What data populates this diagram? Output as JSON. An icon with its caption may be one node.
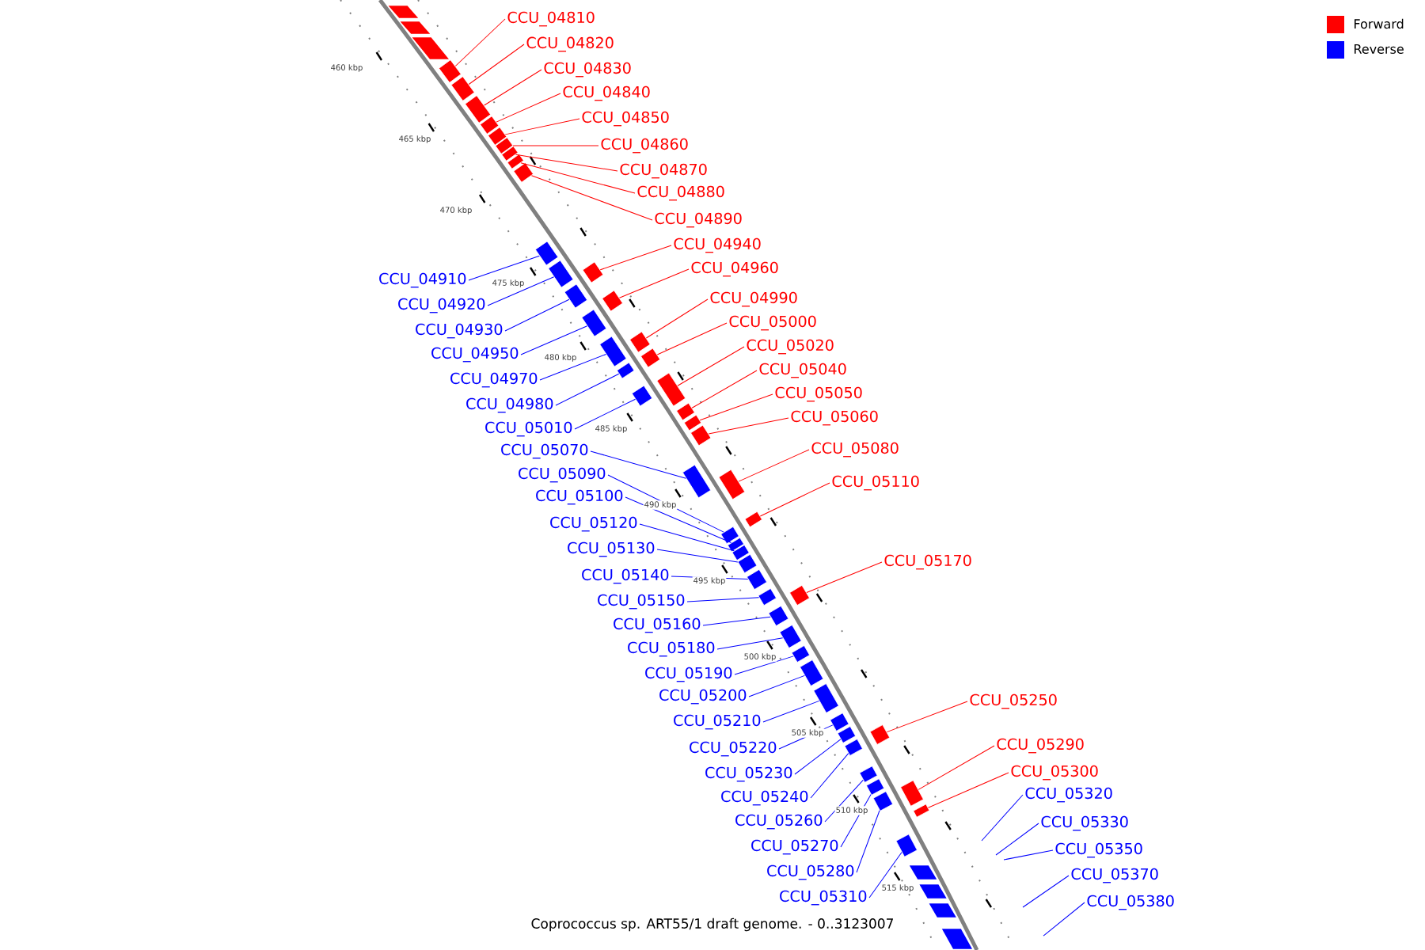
{
  "diagram": {
    "caption": "Coprococcus sp. ART55/1 draft genome. - 0..3123007",
    "nodes": [
      {
        "text": [
          "CCU_04810"
        ]
      },
      {
        "text": [
          "CCU_04820"
        ]
      },
      {
        "text": [
          "CCU_04830"
        ]
      },
      {
        "text": [
          "CCU_04840"
        ]
      },
      {
        "text": [
          "CCU_04850"
        ]
      },
      {
        "text": [
          "CCU_04860"
        ]
      },
      {
        "text": [
          "CCU_04870"
        ]
      },
      {
        "text": [
          "CCU_04880"
        ]
      },
      {
        "text": [
          "CCU_04890"
        ]
      },
      {
        "text": [
          "CCU_04940"
        ]
      },
      {
        "text": [
          "CCU_04960"
        ]
      },
      {
        "text": [
          "CCU_04910"
        ]
      },
      {
        "text": [
          "CCU_04990"
        ]
      },
      {
        "text": [
          "CCU_04920"
        ]
      },
      {
        "text": [
          "CCU_05000"
        ]
      },
      {
        "text": [
          "CCU_04930"
        ]
      },
      {
        "text": [
          "CCU_05020"
        ]
      },
      {
        "text": [
          "CCU_04950"
        ]
      },
      {
        "text": [
          "CCU_05040"
        ]
      },
      {
        "text": [
          "CCU_04970"
        ]
      },
      {
        "text": [
          "CCU_05050"
        ]
      },
      {
        "text": [
          "CCU_04980"
        ]
      },
      {
        "text": [
          "CCU_05060"
        ]
      },
      {
        "text": [
          "CCU_05010"
        ]
      },
      {
        "text": [
          "CCU_05080"
        ]
      },
      {
        "text": [
          "CCU_05070"
        ]
      },
      {
        "text": [
          "CCU_05090"
        ]
      },
      {
        "text": [
          "CCU_05110"
        ]
      },
      {
        "text": [
          "CCU_05100"
        ]
      },
      {
        "text": [
          "CCU_05120"
        ]
      },
      {
        "text": [
          "CCU_05130"
        ]
      },
      {
        "text": [
          "CCU_05170"
        ]
      },
      {
        "text": [
          "CCU_05140"
        ]
      },
      {
        "text": [
          "CCU_05150"
        ]
      },
      {
        "text": [
          "CCU_05160"
        ]
      },
      {
        "text": [
          "CCU_05180"
        ]
      },
      {
        "text": [
          "CCU_05190"
        ]
      },
      {
        "text": [
          "CCU_05200"
        ]
      },
      {
        "text": [
          "CCU_05250"
        ]
      },
      {
        "text": [
          "CCU_05210"
        ]
      },
      {
        "text": [
          "CCU_05290"
        ]
      },
      {
        "text": [
          "CCU_05220"
        ]
      },
      {
        "text": [
          "CCU_05300"
        ]
      },
      {
        "text": [
          "CCU_05230"
        ]
      },
      {
        "text": [
          "CCU_05320"
        ]
      },
      {
        "text": [
          "CCU_05240"
        ]
      },
      {
        "text": [
          "CCU_05260"
        ]
      },
      {
        "text": [
          "CCU_05330"
        ]
      },
      {
        "text": [
          "CCU_05270"
        ]
      },
      {
        "text": [
          "CCU_05350"
        ]
      },
      {
        "text": [
          "CCU_05280"
        ]
      },
      {
        "text": [
          "CCU_05370"
        ]
      },
      {
        "text": [
          "CCU_05310"
        ]
      },
      {
        "text": [
          "CCU_05380"
        ]
      },
      {
        "text": [],
        "shape": "box"
      },
      {
        "text": [],
        "shape": "box"
      },
      {
        "text": [],
        "shape": "box"
      },
      {
        "text": [],
        "shape": "box"
      },
      {
        "text": [],
        "shape": "box"
      },
      {
        "text": [],
        "shape": "box"
      },
      {
        "text": [],
        "shape": "box"
      },
      {
        "text": [],
        "shape": "box"
      },
      {
        "text": [],
        "shape": "box"
      },
      {
        "text": [],
        "shape": "box"
      },
      {
        "text": [],
        "shape": "box"
      },
      {
        "text": [],
        "shape": "box"
      },
      {
        "text": [],
        "shape": "box"
      },
      {
        "text": [],
        "shape": "box"
      },
      {
        "text": [],
        "shape": "box"
      },
      {
        "text": [],
        "shape": "box"
      },
      {
        "text": [],
        "shape": "box"
      },
      {
        "text": [],
        "shape": "box"
      },
      {
        "text": [],
        "shape": "box"
      },
      {
        "text": [],
        "shape": "box"
      },
      {
        "text": [],
        "shape": "box"
      },
      {
        "text": [],
        "shape": "box"
      },
      {
        "text": [],
        "shape": "box"
      },
      {
        "text": [],
        "shape": "box"
      },
      {
        "text": [],
        "shape": "box"
      },
      {
        "text": [],
        "shape": "box"
      },
      {
        "text": [],
        "shape": "box"
      },
      {
        "text": [],
        "shape": "box"
      },
      {
        "text": [],
        "shape": "box"
      },
      {
        "text": [],
        "shape": "box"
      },
      {
        "text": [],
        "shape": "box"
      },
      {
        "text": [],
        "shape": "box"
      },
      {
        "text": [],
        "shape": "box"
      },
      {
        "text": [],
        "shape": "box"
      },
      {
        "text": [],
        "shape": "box"
      },
      {
        "text": [],
        "shape": "box"
      },
      {
        "text": [],
        "shape": "box"
      },
      {
        "text": [],
        "shape": "box"
      },
      {
        "text": [],
        "shape": "box"
      },
      {
        "text": [],
        "shape": "box"
      },
      {
        "text": [],
        "shape": "box"
      },
      {
        "text": [],
        "shape": "box"
      },
      {
        "text": [],
        "shape": "box"
      },
      {
        "text": [],
        "shape": "box"
      },
      {
        "text": [],
        "shape": "box"
      },
      {
        "text": [],
        "shape": "box"
      },
      {
        "text": [],
        "shape": "box"
      },
      {
        "text": [],
        "shape": "box"
      },
      {
        "text": [],
        "shape": "box"
      }
    ],
    "edges": [
      {
        "from": 0,
        "to": 54,
        "arrow": "none",
        "color": "#ff0000"
      },
      {
        "from": 1,
        "to": 55,
        "arrow": "none",
        "color": "#ff0000"
      },
      {
        "from": 2,
        "to": 56,
        "arrow": "none",
        "color": "#ff0000"
      },
      {
        "from": 3,
        "to": 57,
        "arrow": "none",
        "color": "#ff0000"
      },
      {
        "from": 4,
        "to": 58,
        "arrow": "none",
        "color": "#ff0000"
      },
      {
        "from": 5,
        "to": 59,
        "arrow": "none",
        "color": "#ff0000"
      },
      {
        "from": 6,
        "to": 60,
        "arrow": "none",
        "color": "#ff0000"
      },
      {
        "from": 7,
        "to": 61,
        "arrow": "none",
        "color": "#ff0000"
      },
      {
        "from": 8,
        "to": 62,
        "arrow": "none",
        "color": "#ff0000"
      },
      {
        "from": 9,
        "to": 63,
        "arrow": "none",
        "color": "#ff0000"
      },
      {
        "from": 10,
        "to": 64,
        "arrow": "none",
        "color": "#ff0000"
      },
      {
        "from": 11,
        "to": 65,
        "arrow": "none",
        "color": "#0000ff"
      },
      {
        "from": 12,
        "to": 66,
        "arrow": "none",
        "color": "#ff0000"
      },
      {
        "from": 13,
        "to": 67,
        "arrow": "none",
        "color": "#0000ff"
      },
      {
        "from": 14,
        "to": 68,
        "arrow": "none",
        "color": "#ff0000"
      },
      {
        "from": 15,
        "to": 69,
        "arrow": "none",
        "color": "#0000ff"
      },
      {
        "from": 16,
        "to": 70,
        "arrow": "none",
        "color": "#ff0000"
      },
      {
        "from": 17,
        "to": 71,
        "arrow": "none",
        "color": "#0000ff"
      },
      {
        "from": 18,
        "to": 72,
        "arrow": "none",
        "color": "#ff0000"
      },
      {
        "from": 19,
        "to": 73,
        "arrow": "none",
        "color": "#0000ff"
      },
      {
        "from": 20,
        "to": 74,
        "arrow": "none",
        "color": "#ff0000"
      },
      {
        "from": 21,
        "to": 75,
        "arrow": "none",
        "color": "#0000ff"
      },
      {
        "from": 22,
        "to": 76,
        "arrow": "none",
        "color": "#ff0000"
      },
      {
        "from": 23,
        "to": 77,
        "arrow": "none",
        "color": "#0000ff"
      },
      {
        "from": 24,
        "to": 78,
        "arrow": "none",
        "color": "#ff0000"
      },
      {
        "from": 25,
        "to": 79,
        "arrow": "none",
        "color": "#0000ff"
      },
      {
        "from": 26,
        "to": 80,
        "arrow": "none",
        "color": "#0000ff"
      },
      {
        "from": 27,
        "to": 81,
        "arrow": "none",
        "color": "#ff0000"
      },
      {
        "from": 28,
        "to": 82,
        "arrow": "none",
        "color": "#0000ff"
      },
      {
        "from": 29,
        "to": 83,
        "arrow": "none",
        "color": "#0000ff"
      },
      {
        "from": 30,
        "to": 84,
        "arrow": "none",
        "color": "#0000ff"
      },
      {
        "from": 31,
        "to": 85,
        "arrow": "none",
        "color": "#ff0000"
      },
      {
        "from": 32,
        "to": 86,
        "arrow": "none",
        "color": "#0000ff"
      },
      {
        "from": 33,
        "to": 87,
        "arrow": "none",
        "color": "#0000ff"
      },
      {
        "from": 34,
        "to": 88,
        "arrow": "none",
        "color": "#0000ff"
      },
      {
        "from": 35,
        "to": 89,
        "arrow": "none",
        "color": "#0000ff"
      },
      {
        "from": 36,
        "to": 90,
        "arrow": "none",
        "color": "#0000ff"
      },
      {
        "from": 37,
        "to": 91,
        "arrow": "none",
        "color": "#0000ff"
      },
      {
        "from": 38,
        "to": 92,
        "arrow": "none",
        "color": "#ff0000"
      },
      {
        "from": 39,
        "to": 93,
        "arrow": "none",
        "color": "#0000ff"
      },
      {
        "from": 40,
        "to": 94,
        "arrow": "none",
        "color": "#ff0000"
      },
      {
        "from": 41,
        "to": 95,
        "arrow": "none",
        "color": "#0000ff"
      },
      {
        "from": 42,
        "to": 96,
        "arrow": "none",
        "color": "#ff0000"
      },
      {
        "from": 43,
        "to": 97,
        "arrow": "none",
        "color": "#0000ff"
      },
      {
        "from": 44,
        "to": null,
        "arrow": "none",
        "color": "#0000ff"
      },
      {
        "from": 45,
        "to": 98,
        "arrow": "none",
        "color": "#0000ff"
      },
      {
        "from": 46,
        "to": 99,
        "arrow": "none",
        "color": "#0000ff"
      },
      {
        "from": 47,
        "to": null,
        "arrow": "none",
        "color": "#0000ff"
      },
      {
        "from": 48,
        "to": 100,
        "arrow": "none",
        "color": "#0000ff"
      },
      {
        "from": 49,
        "to": null,
        "arrow": "none",
        "color": "#0000ff"
      },
      {
        "from": 50,
        "to": 101,
        "arrow": "none",
        "color": "#0000ff"
      },
      {
        "from": 51,
        "to": null,
        "arrow": "none",
        "color": "#0000ff"
      },
      {
        "from": 52,
        "to": 102,
        "arrow": "none",
        "color": "#0000ff"
      },
      {
        "from": 53,
        "to": null,
        "arrow": "none",
        "color": "#0000ff"
      }
    ],
    "labels": [
      "460 kbp",
      "465 kbp",
      "470 kbp",
      "475 kbp",
      "480 kbp",
      "485 kbp",
      "490 kbp",
      "495 kbp",
      "500 kbp",
      "505 kbp",
      "510 kbp",
      "515 kbp"
    ],
    "legend": [
      {
        "text": "Forward",
        "color": "#ff0000"
      },
      {
        "text": "Reverse",
        "color": "#0000ff"
      }
    ]
  }
}
